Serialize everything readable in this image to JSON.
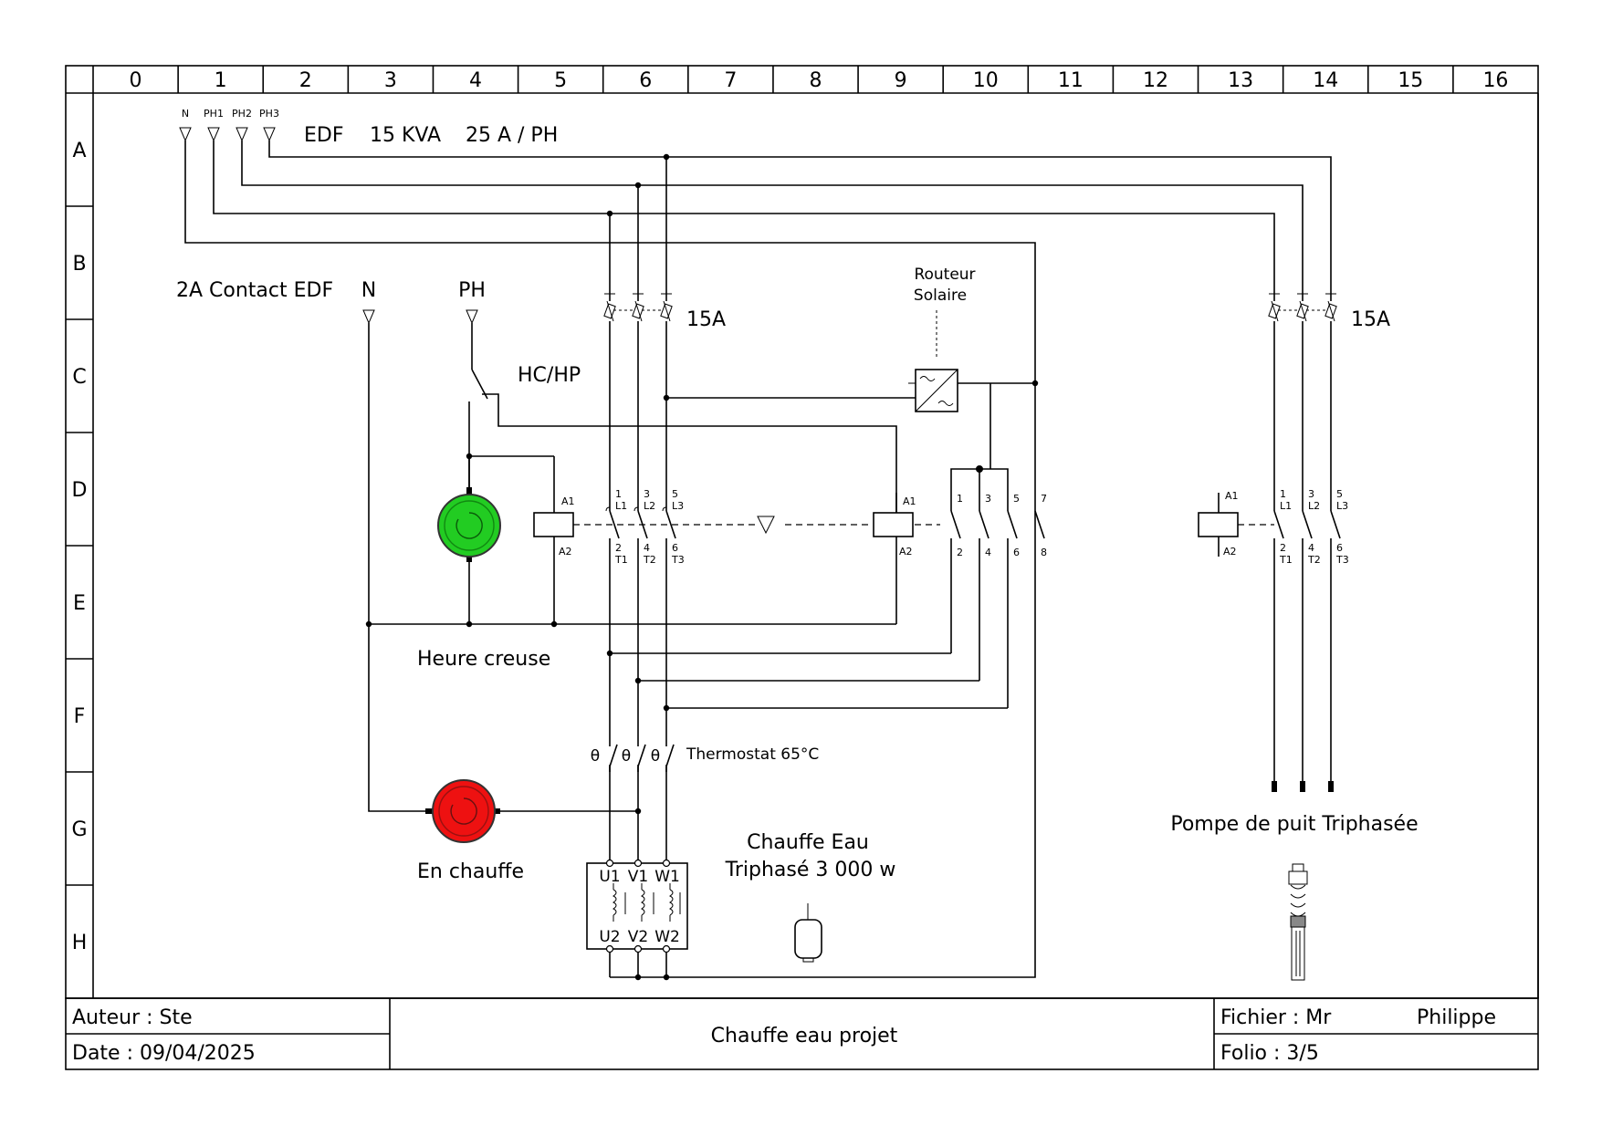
{
  "grid": {
    "columns": [
      "0",
      "1",
      "2",
      "3",
      "4",
      "5",
      "6",
      "7",
      "8",
      "9",
      "10",
      "11",
      "12",
      "13",
      "14",
      "15",
      "16"
    ],
    "rows": [
      "A",
      "B",
      "C",
      "D",
      "E",
      "F",
      "G",
      "H"
    ]
  },
  "supply": {
    "terminals": [
      "N",
      "PH1",
      "PH2",
      "PH3"
    ],
    "edf": "EDF",
    "power": "15 KVA",
    "current": "25 A / PH"
  },
  "command": {
    "title": "2A Contact EDF",
    "n_label": "N",
    "ph_label": "PH",
    "switch_label": "HC/HP",
    "green_light_label": "Heure creuse",
    "red_light_label": "En chauffe"
  },
  "breakers": {
    "left_rating": "15A",
    "right_rating": "15A"
  },
  "router": {
    "line1": "Routeur",
    "line2": "Solaire"
  },
  "contactor1": {
    "a1": "A1",
    "a2": "A2",
    "top": [
      [
        "1",
        "L1"
      ],
      [
        "3",
        "L2"
      ],
      [
        "5",
        "L3"
      ]
    ],
    "bottom": [
      [
        "2",
        "T1"
      ],
      [
        "4",
        "T2"
      ],
      [
        "6",
        "T3"
      ]
    ]
  },
  "contactor2": {
    "a1": "A1",
    "a2": "A2",
    "top": [
      "1",
      "3",
      "5",
      "7"
    ],
    "bottom": [
      "2",
      "4",
      "6",
      "8"
    ]
  },
  "contactor3": {
    "a1": "A1",
    "a2": "A2",
    "top": [
      [
        "1",
        "L1"
      ],
      [
        "3",
        "L2"
      ],
      [
        "5",
        "L3"
      ]
    ],
    "bottom": [
      [
        "2",
        "T1"
      ],
      [
        "4",
        "T2"
      ],
      [
        "6",
        "T3"
      ]
    ]
  },
  "thermostat": {
    "symbol": "θ",
    "label": "Thermostat 65°C"
  },
  "heater": {
    "terminals_top": [
      "U1",
      "V1",
      "W1"
    ],
    "terminals_bottom": [
      "U2",
      "V2",
      "W2"
    ],
    "line1": "Chauffe Eau",
    "line2": "Triphasé 3 000 w"
  },
  "pump": {
    "label": "Pompe de puit Triphasée"
  },
  "title_block": {
    "author": "Auteur : Ste",
    "date": "Date : 09/04/2025",
    "project": "Chauffe eau projet",
    "file": "Fichier : Mr",
    "file_name": "Philippe",
    "folio": "Folio : 3/5"
  },
  "colors": {
    "lamp_green": "#22cc22",
    "lamp_red": "#ee1111"
  }
}
